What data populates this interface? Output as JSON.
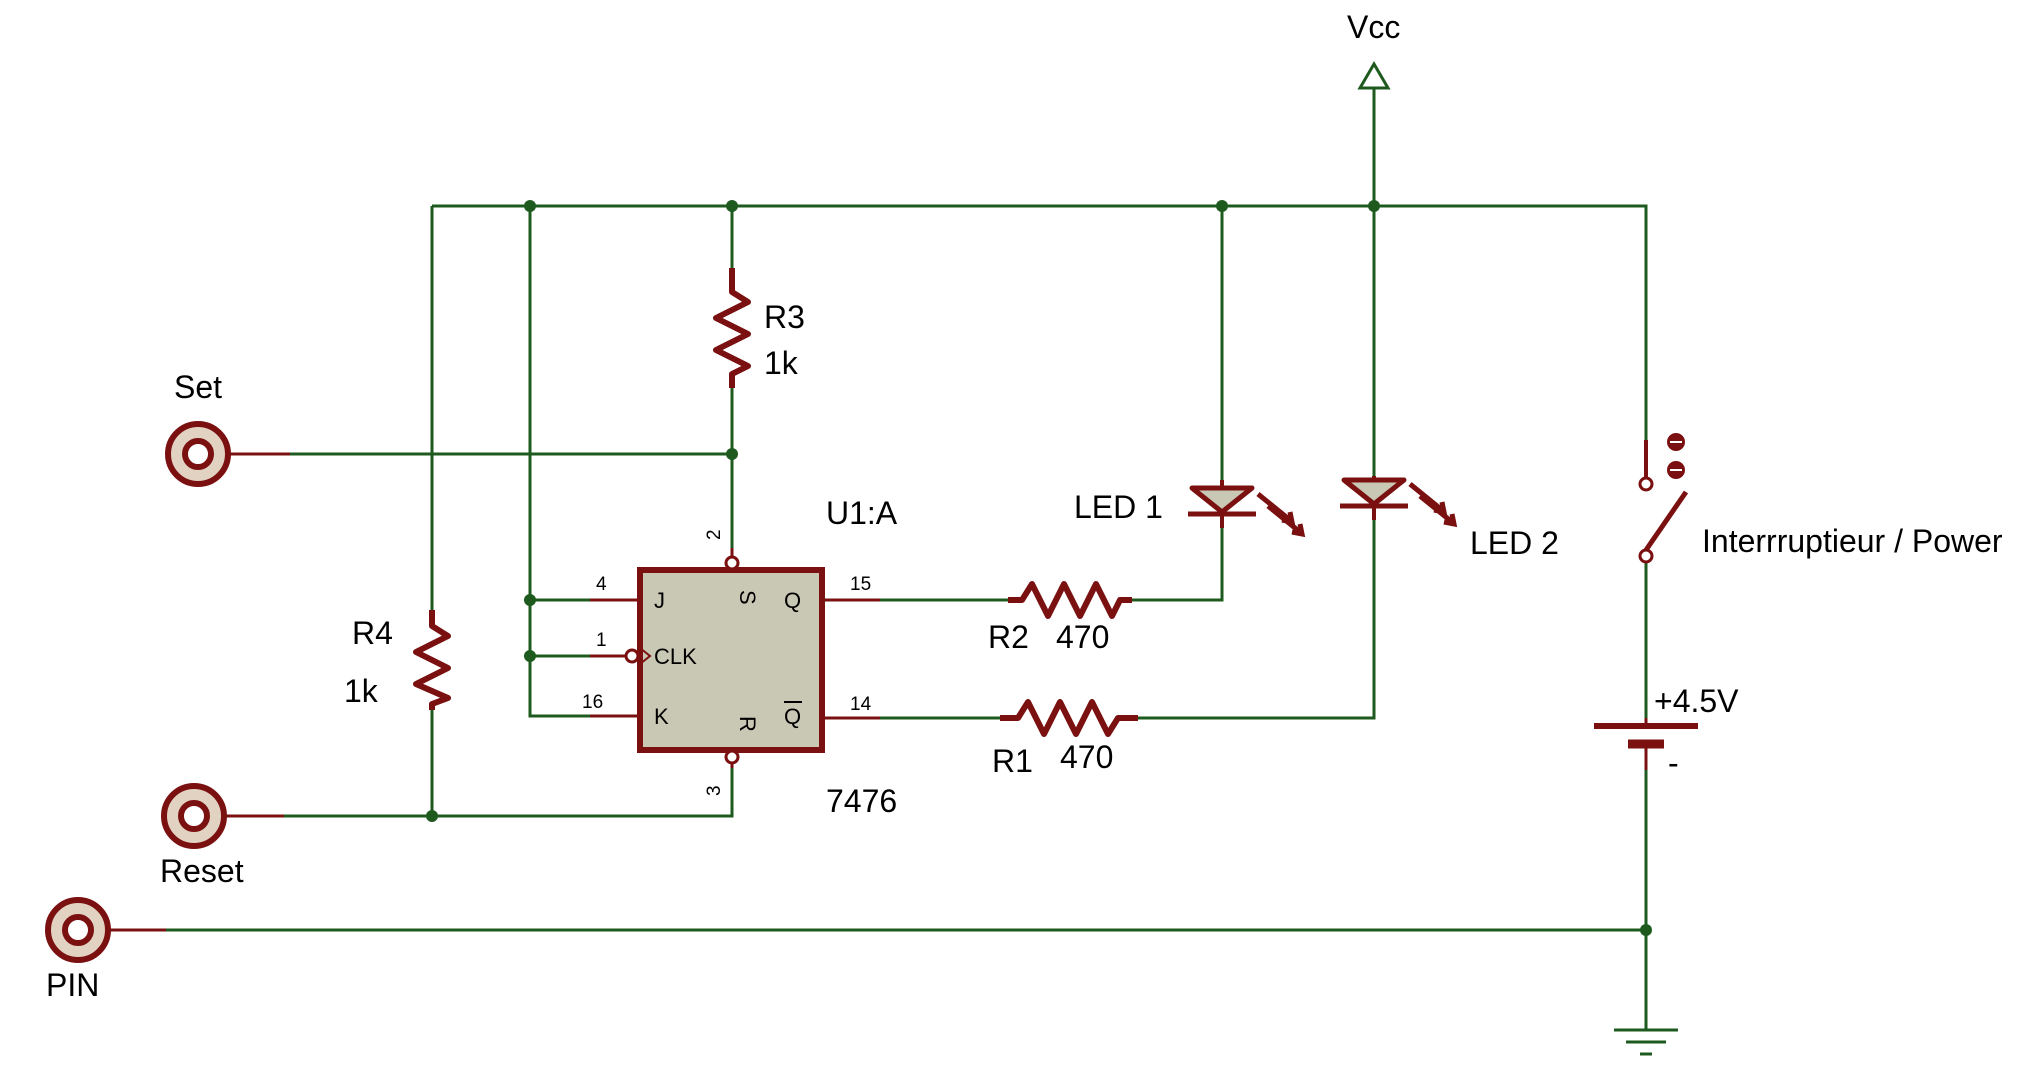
{
  "colors": {
    "wire": "#1e5a1e",
    "component": "#7a1010",
    "ic_fill": "#c8c8b4",
    "led_fill": "#c8c8b4",
    "text": "#000000",
    "background": "#ffffff"
  },
  "labels": {
    "vcc": "Vcc",
    "set": "Set",
    "reset": "Reset",
    "pin": "PIN",
    "r3_name": "R3",
    "r3_value": "1k",
    "r4_name": "R4",
    "r4_value": "1k",
    "r2_name": "R2",
    "r2_value": "470",
    "r1_name": "R1",
    "r1_value": "470",
    "led1": "LED 1",
    "led2": "LED 2",
    "ic_ref": "U1:A",
    "ic_part": "7476",
    "switch": "Interrruptieur / Power",
    "battery": "+4.5V",
    "battery_minus": "-"
  },
  "ic_pins": {
    "j_num": "4",
    "clk_num": "1",
    "k_num": "16",
    "s_num": "2",
    "r_num": "3",
    "q_num": "15",
    "qbar_num": "14",
    "j": "J",
    "clk": "CLK",
    "k": "K",
    "s": "S",
    "r": "R",
    "q": "Q",
    "qbar": "Q"
  }
}
